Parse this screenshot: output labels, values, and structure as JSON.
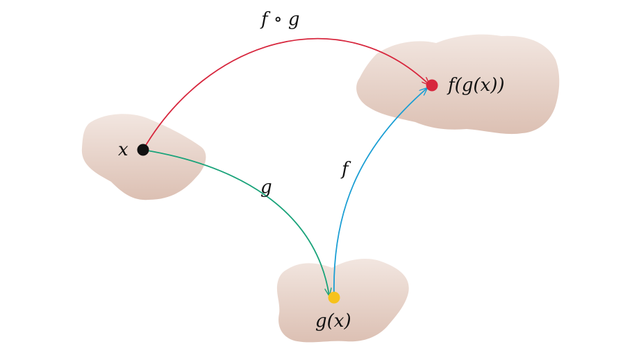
{
  "labels": {
    "composition": "f ∘ g",
    "g_arrow": "g",
    "f_arrow": "f",
    "x_point": "x",
    "gx_point": "g(x)",
    "fgx_point": "f(g(x))"
  },
  "colors": {
    "blob_top": "#f2e6e0",
    "blob_bottom": "#dcc0b3",
    "composition_arrow": "#d7263d",
    "g_arrow": "#1aa37a",
    "f_arrow": "#1a9ed4",
    "x_point": "#111111",
    "gx_point": "#f6c21c",
    "fgx_point": "#d7263d"
  }
}
